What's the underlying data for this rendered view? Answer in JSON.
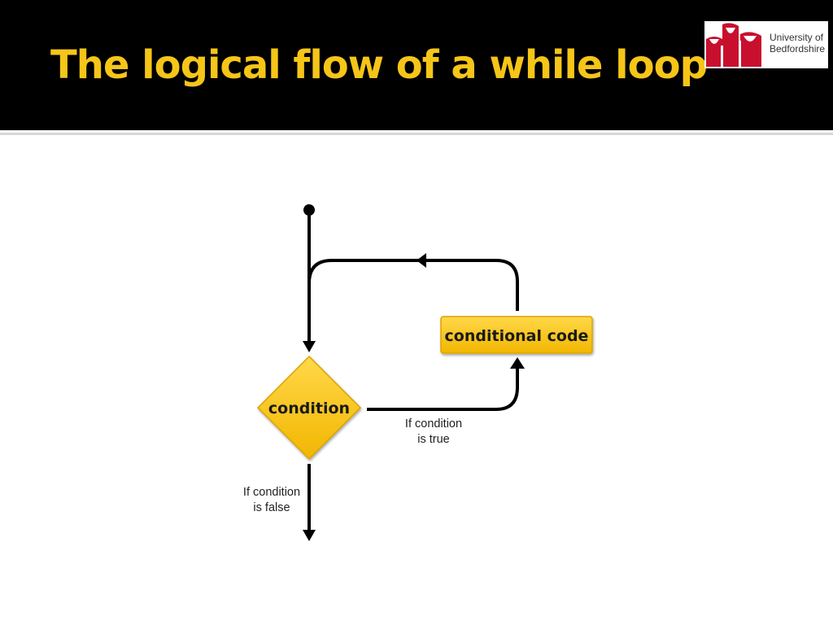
{
  "slide": {
    "title": "The logical flow of a while loop"
  },
  "logo": {
    "line1": "University of",
    "line2": "Bedfordshire",
    "brand_color": "#c8102e"
  },
  "diagram": {
    "condition_label": "condition",
    "code_label": "conditional code",
    "true_label_line1": "If condition",
    "true_label_line2": "is true",
    "false_label_line1": "If condition",
    "false_label_line2": "is false",
    "shape_fill": "#f7c21b",
    "line_color": "#000000"
  }
}
